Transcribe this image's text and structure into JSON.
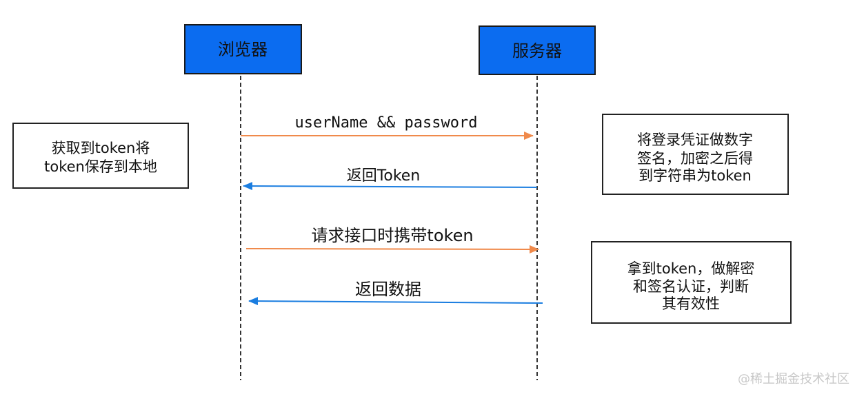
{
  "participants": {
    "browser": {
      "label": "浏览器"
    },
    "server": {
      "label": "服务器"
    }
  },
  "messages": [
    {
      "label": "userName && password",
      "from": "browser",
      "to": "server"
    },
    {
      "label": "返回Token",
      "from": "server",
      "to": "browser"
    },
    {
      "label": "请求接口时携带token",
      "from": "browser",
      "to": "server"
    },
    {
      "label": "返回数据",
      "from": "server",
      "to": "browser"
    }
  ],
  "notes": {
    "browser_note": [
      "获取到token将",
      "token保存到本地"
    ],
    "server_note_1": [
      "将登录凭证做数字",
      "签名，加密之后得",
      "到字符串为token"
    ],
    "server_note_2": [
      "拿到token，做解密",
      "和签名认证，判断",
      "其有效性"
    ]
  },
  "watermark": "@稀土掘金技术社区",
  "colors": {
    "participant_fill": "#0b6cf0",
    "participant_border": "#1a1a1a",
    "request_arrow": "#f08a4b",
    "response_arrow": "#1a7de0",
    "lifeline": "#333333",
    "note_border": "#222222",
    "text": "#111111",
    "watermark": "#c8c8c8"
  }
}
